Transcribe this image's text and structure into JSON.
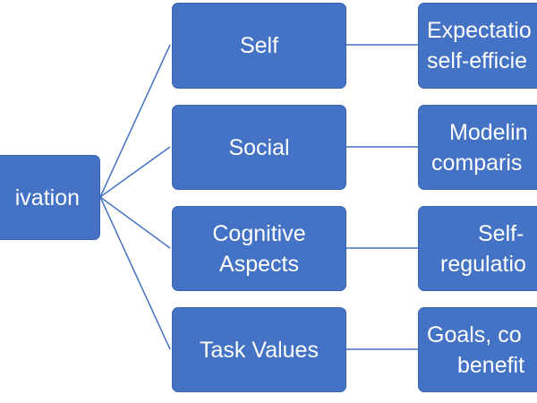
{
  "diagram": {
    "root": {
      "lines": [
        "ivation"
      ]
    },
    "branches": [
      {
        "label_lines": [
          "Self"
        ],
        "detail_lines": [
          "Expectatio",
          "self-efficie"
        ]
      },
      {
        "label_lines": [
          "Social"
        ],
        "detail_lines": [
          "Modelin",
          "comparis"
        ]
      },
      {
        "label_lines": [
          "Cognitive",
          "Aspects"
        ],
        "detail_lines": [
          "Self-",
          "regulatio"
        ]
      },
      {
        "label_lines": [
          "Task Values"
        ],
        "detail_lines": [
          "Goals, co",
          "benefit"
        ]
      }
    ],
    "colors": {
      "box_fill": "#4472c4",
      "box_border": "#3a63ad",
      "connector": "#4472c4",
      "text": "#ffffff"
    }
  }
}
